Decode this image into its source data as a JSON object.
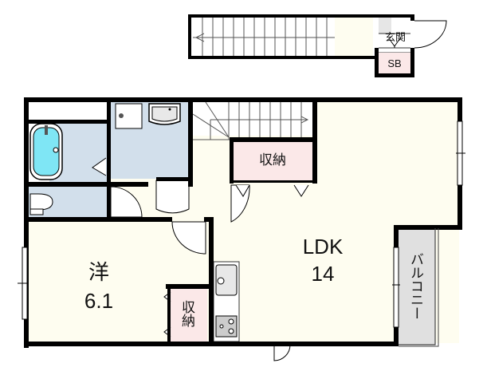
{
  "floor_plan": {
    "colors": {
      "wall": "#000000",
      "living_floor": "#fefdf0",
      "wet_area": "#d2dfeb",
      "storage": "#fbe8e8",
      "balcony": "#e0e0e0",
      "entrance": "#e6e6e6",
      "bathtub": "#7fe6f5",
      "fixture": "#ffffff"
    },
    "rooms": {
      "western_room": {
        "name": "洋",
        "size": "6.1"
      },
      "ldk": {
        "name": "LDK",
        "size": "14"
      },
      "storage_upper": {
        "label": "収納"
      },
      "storage_lower": {
        "label": "収納"
      },
      "balcony": {
        "label": "バルコニー"
      },
      "entrance": {
        "label": "玄関"
      },
      "shoe_box": {
        "label": "SB"
      }
    }
  }
}
